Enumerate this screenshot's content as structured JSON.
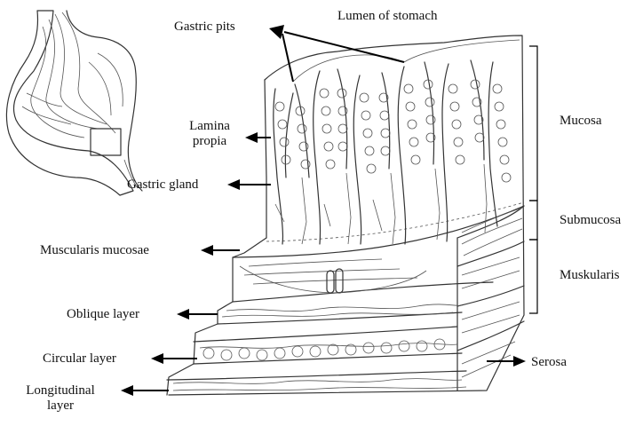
{
  "labels": {
    "gastric_pits": "Gastric pits",
    "lumen": "Lumen of stomach",
    "lamina_propia": "Lamina\npropia",
    "gastric_gland": "Gastric gland",
    "muscularis_mucosae": "Muscularis mucosae",
    "oblique_layer": "Oblique layer",
    "circular_layer": "Circular layer",
    "longitudinal_layer": "Longitudinal\nlayer",
    "mucosa": "Mucosa",
    "submucosa": "Submucosa",
    "muskularis": "Muskularis",
    "serosa": "Serosa"
  },
  "colors": {
    "ink": "#111111",
    "sketch": "#333333",
    "background": "#ffffff"
  }
}
